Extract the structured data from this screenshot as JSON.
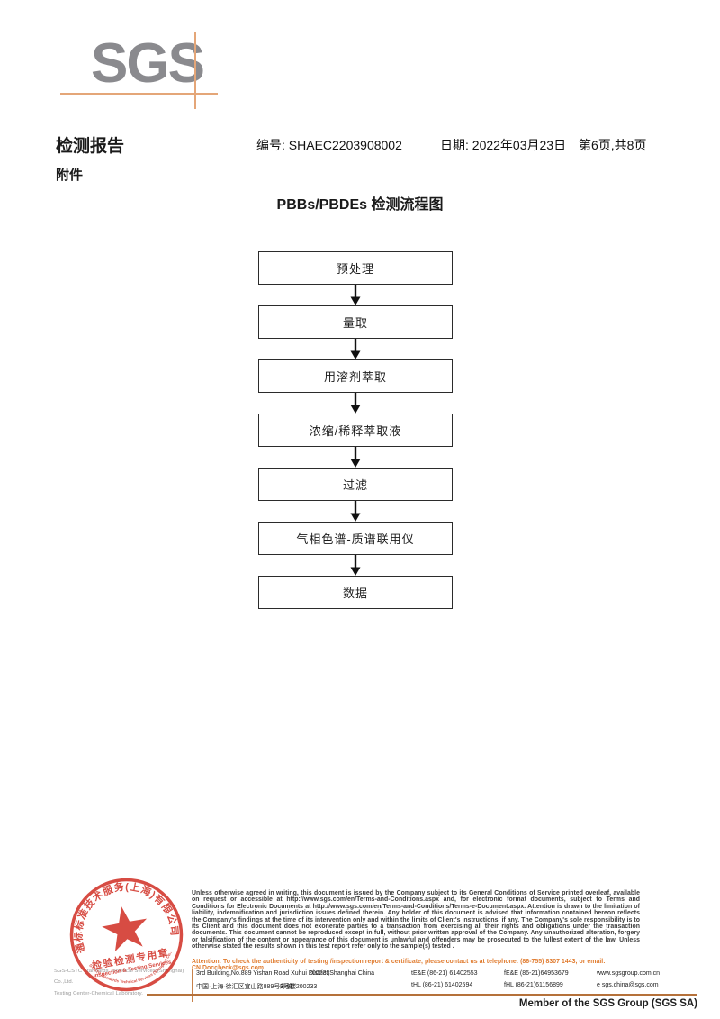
{
  "logo": {
    "text": "SGS"
  },
  "header": {
    "title": "检测报告",
    "report_no": "编号: SHAEC2203908002",
    "date": "日期: 2022年03月23日",
    "page": "第6页,共8页",
    "attachment": "附件"
  },
  "flowchart": {
    "title": "PBBs/PBDEs 检测流程图",
    "steps": [
      "预处理",
      "量取",
      "用溶剂萃取",
      "浓缩/稀释萃取液",
      "过滤",
      "气相色谱-质谱联用仪",
      "数据"
    ]
  },
  "stamp": {
    "ring_text": "通标标准技术服务(上海)有限公司",
    "bottom_arc_text": "SGS-CSTC Standards Technical Services (Shanghai) Co.,Ltd.",
    "title": "检验检测专用章",
    "subtitle": "Inspection & Testing Services",
    "color": "#d2342a"
  },
  "footer": {
    "company_line1": "SGS-CSTC Standards Technical Services (Shanghai) Co.,Ltd.",
    "company_line2": "Testing Center-Chemical Laboratory.",
    "disclaimer": "Unless otherwise agreed in writing, this document is issued by the Company subject to its General Conditions of Service printed overleaf, available on request or accessible at http://www.sgs.com/en/Terms-and-Conditions.aspx and, for electronic format documents, subject to Terms and Conditions for Electronic Documents at http://www.sgs.com/en/Terms-and-Conditions/Terms-e-Document.aspx. Attention is drawn to the limitation of liability, indemnification and jurisdiction issues defined therein. Any holder of this document is advised that information contained hereon reflects the Company's findings at the time of its intervention only and within the limits of Client's instructions, if any. The Company's sole responsibility is to its Client and this document does not exonerate parties to a transaction from exercising all their rights and obligations under the transaction documents. This document cannot be reproduced except in full, without prior written approval of the Company. Any unauthorized alteration, forgery or falsification of the content or appearance of this document is unlawful and offenders may be prosecuted to the fullest extent of the law. Unless otherwise stated the results shown in this test report refer only to the sample(s) tested .",
    "attention": "Attention: To check the authenticity of testing /inspection report & certificate, please contact us at telephone: (86-755) 8307 1443, or email: CN.Doccheck@sgs.com",
    "address_rows": [
      {
        "left": "3rd Building,No.889 Yishan Road Xuhui District,Shanghai China",
        "zip": "200233",
        "tel": "tE&E (86-21) 61402553",
        "fax": "fE&E (86-21)64953679",
        "site": "www.sgsgroup.com.cn"
      },
      {
        "left": "中国·上海·徐汇区宜山路889号3号楼",
        "zip": "邮编: 200233",
        "tel": "tHL (86-21) 61402594",
        "fax": "fHL (86-21)61156899",
        "site": "e  sgs.china@sgs.com"
      }
    ],
    "member": "Member of the SGS Group (SGS SA)"
  }
}
